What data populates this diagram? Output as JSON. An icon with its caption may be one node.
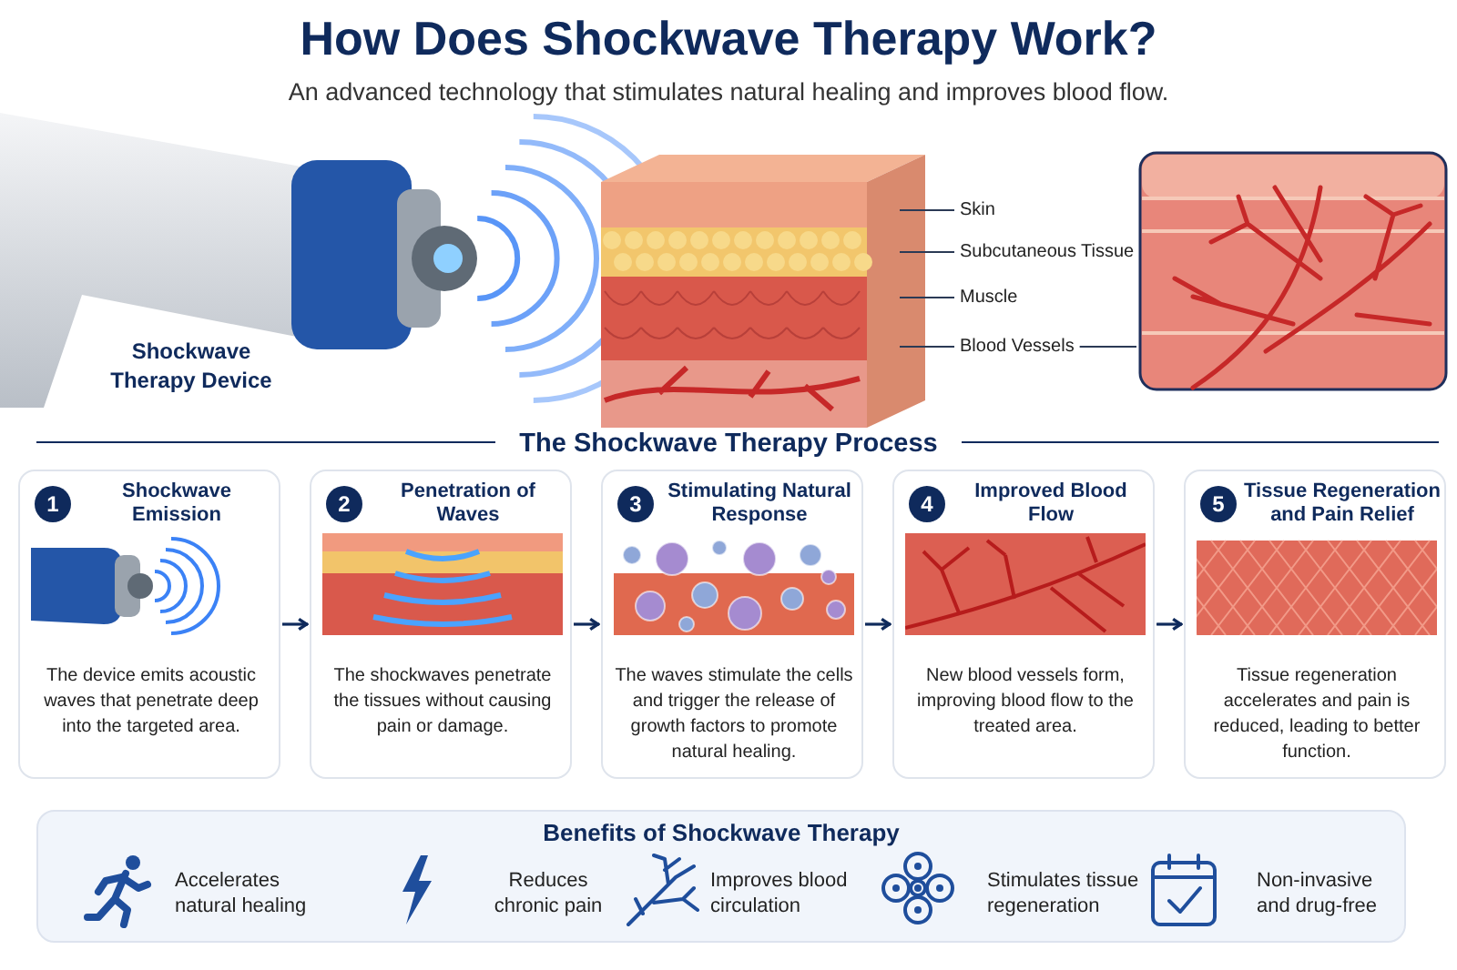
{
  "diagram": {
    "title": "How Does Shockwave Therapy Work?",
    "nodes": [
      {
        "text": [],
        "shape": "picture"
      },
      {
        "text": [
          "Skin"
        ]
      },
      {
        "text": [
          "Subcutaneous Tissue"
        ]
      },
      {
        "text": [
          "Muscle"
        ]
      },
      {
        "text": [
          "Blood Vessels"
        ]
      },
      {
        "text": [],
        "shape": "picture"
      },
      {
        "text": [
          "Shockwave Emission",
          "The device emits acoustic waves that penetrate deep into the targeted area."
        ]
      },
      {
        "text": [
          "1"
        ],
        "in": 6
      },
      {
        "text": [
          "Penetration of Waves",
          "The shockwaves penetrate the tissues without causing pain or damage."
        ]
      },
      {
        "text": [
          "2"
        ],
        "in": 8
      },
      {
        "text": [
          "Stimulating Natural Response",
          "The waves stimulate the cells and trigger the release of growth factors to promote natural healing."
        ]
      },
      {
        "text": [
          "3"
        ],
        "in": 10
      },
      {
        "text": [
          "Improved Blood Flow",
          "New blood vessels form, improving blood flow to the treated area."
        ]
      },
      {
        "text": [
          "4"
        ],
        "in": 12
      },
      {
        "text": [
          "Tissue Regeneration and Pain Relief",
          "Tissue regeneration accelerates and pain is reduced, leading to better function."
        ]
      },
      {
        "text": [
          "5"
        ],
        "in": 14
      },
      {
        "text": [
          "Benefits of Shockwave Therapy"
        ]
      }
    ],
    "edges": [
      {
        "from": 1,
        "to": 0,
        "arrow": "none"
      },
      {
        "from": 2,
        "to": 0,
        "arrow": "none"
      },
      {
        "from": 3,
        "to": 0,
        "arrow": "none"
      },
      {
        "from": 4,
        "to": 0,
        "arrow": "none"
      },
      {
        "from": 4,
        "to": 5,
        "arrow": "none"
      },
      {
        "from": 6,
        "to": 8,
        "arrow": "to"
      },
      {
        "from": 8,
        "to": 10,
        "arrow": "to"
      },
      {
        "from": 10,
        "to": 12,
        "arrow": "to"
      },
      {
        "from": 12,
        "to": 14,
        "arrow": "to"
      }
    ],
    "labels": [
      "An advanced technology that stimulates natural healing and improves blood flow.",
      "Shockwave Therapy Device",
      "The Shockwave Therapy Process",
      "Accelerates natural healing",
      "Reduces chronic pain",
      "Improves blood circulation",
      "Stimulates tissue regeneration",
      "Non-invasive and drug-free"
    ]
  }
}
